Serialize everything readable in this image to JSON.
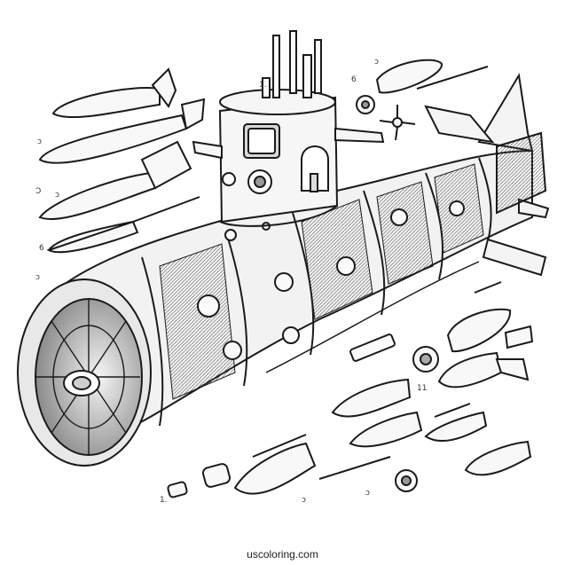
{
  "footer": {
    "site": "uscoloring.com"
  },
  "callouts": [
    "1.",
    "ↄ",
    "6",
    "ↄ",
    "Ↄ",
    "ↄ",
    "6",
    "ↄ",
    "11",
    "1.",
    "ↄ",
    "ↄ"
  ],
  "illustration": {
    "icons": [
      "submarine-cutaway",
      "torpedo",
      "missile",
      "propeller",
      "periscope"
    ],
    "colors": {
      "ink": "#1a1a1a",
      "paper": "#ffffff",
      "shade": "#9a9a9a"
    }
  }
}
